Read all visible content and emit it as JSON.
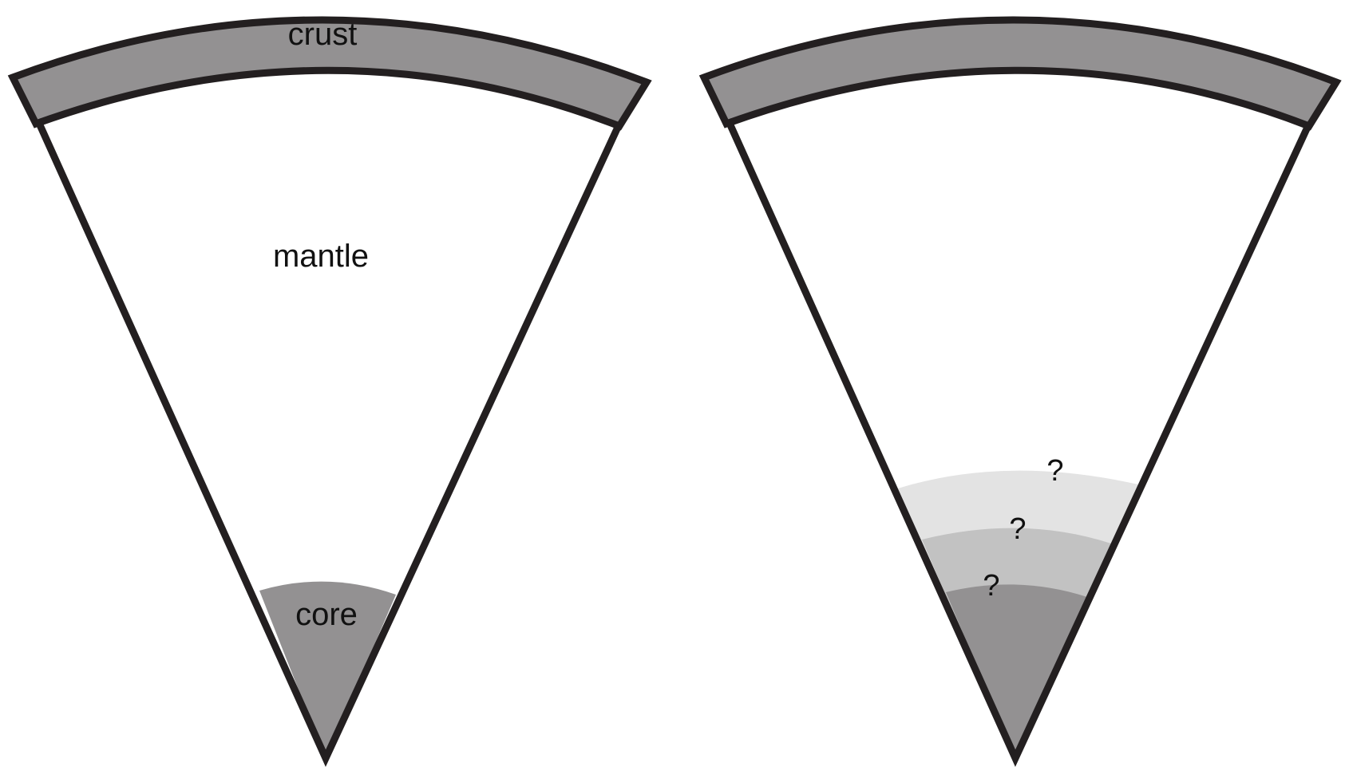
{
  "colors": {
    "outline": "#231f20",
    "crust": "#939192",
    "mantle": "#ffffff",
    "core": "#939192",
    "layer_outer": "#e3e3e3",
    "layer_middle": "#c2c2c2",
    "layer_inner": "#939192"
  },
  "left_wedge": {
    "crust_label": "crust",
    "mantle_label": "mantle",
    "core_label": "core"
  },
  "right_wedge": {
    "unknown_outer": "?",
    "unknown_middle": "?",
    "unknown_inner": "?"
  }
}
